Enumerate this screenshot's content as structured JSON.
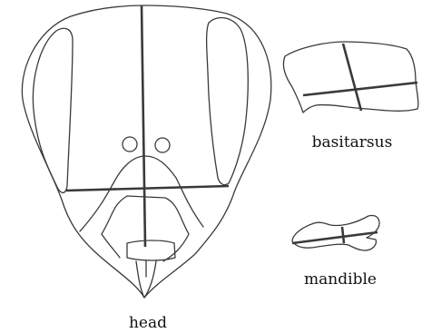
{
  "labels": {
    "head": "head",
    "basitarsus": "basitarsus",
    "mandible": "mandible"
  },
  "colors": {
    "outline": "#3a3a3a",
    "measurement": "#3a3a3a",
    "text": "#111111",
    "background": "#ffffff"
  }
}
